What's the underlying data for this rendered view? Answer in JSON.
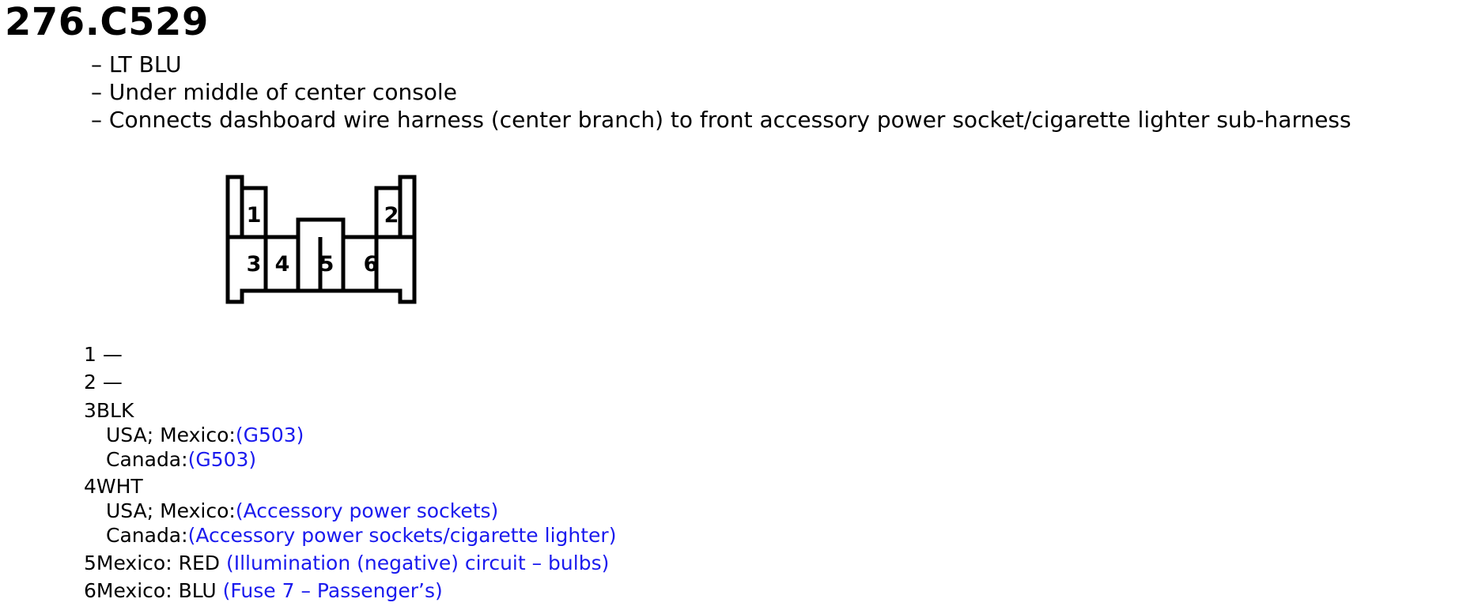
{
  "title": "276.C529",
  "description": [
    "– LT BLU",
    "– Under middle of center console",
    "– Connects dashboard wire harness (center branch) to front accessory power socket/cigarette lighter sub-harness"
  ],
  "connector": {
    "pins": [
      "1",
      "2",
      "3",
      "4",
      "5",
      "6"
    ]
  },
  "pinout": {
    "p1": {
      "num": "1",
      "value": "—"
    },
    "p2": {
      "num": "2",
      "value": "—"
    },
    "p3": {
      "num": "3",
      "color": "BLK",
      "sub1_label": "USA; Mexico:",
      "sub1_link": "(G503)",
      "sub2_label": "Canada:",
      "sub2_link": "(G503)"
    },
    "p4": {
      "num": "4",
      "color": "WHT",
      "sub1_label": "USA; Mexico:",
      "sub1_link": "(Accessory power sockets)",
      "sub2_label": "Canada:",
      "sub2_link": "(Accessory power sockets/cigarette lighter)"
    },
    "p5": {
      "num": "5",
      "label": "Mexico: RED",
      "link": "(Illumination (negative) circuit – bulbs)"
    },
    "p6": {
      "num": "6",
      "label": "Mexico: BLU",
      "link": "(Fuse 7 – Passenger’s)"
    }
  }
}
